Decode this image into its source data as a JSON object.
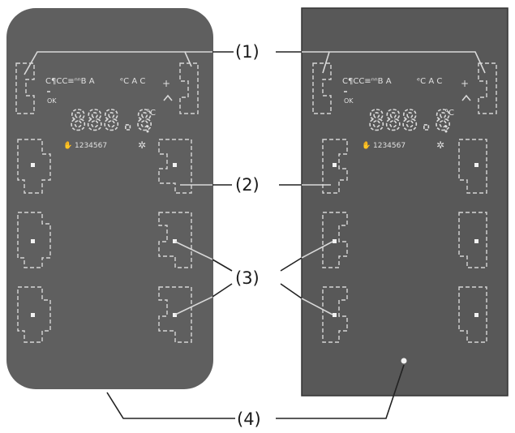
{
  "callouts": {
    "c1": "(1)",
    "c2": "(2)",
    "c3": "(3)",
    "c4": "(4)"
  },
  "display": {
    "digits": "888.8",
    "unit": "°C",
    "days": "1234567",
    "mode_icons_left": "C¶CC≡ⁿⁿB A",
    "mode_icons_right": "ᵉC A C",
    "ok": "OK",
    "plus": "+"
  },
  "colors": {
    "panel_left": "#5f5f5f",
    "panel_right": "#585858",
    "markings": "#d9d9d9",
    "text": "#1a1a1a"
  }
}
